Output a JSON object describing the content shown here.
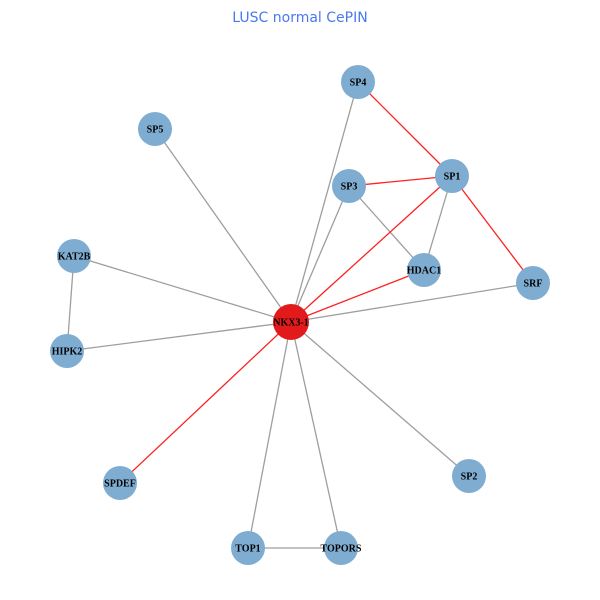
{
  "title": "LUSC normal CePIN",
  "colors": {
    "title": "#4a78f0",
    "node": "#7fadd2",
    "center_node": "#e31a1c",
    "edge_gray": "#9e9e9e",
    "edge_red": "#ff2020"
  },
  "nodes": [
    {
      "id": "NKX3-1",
      "center": true
    },
    {
      "id": "SP4"
    },
    {
      "id": "SP5"
    },
    {
      "id": "SP3"
    },
    {
      "id": "SP1"
    },
    {
      "id": "KAT2B"
    },
    {
      "id": "HDAC1"
    },
    {
      "id": "SRF"
    },
    {
      "id": "HIPK2"
    },
    {
      "id": "SPDEF"
    },
    {
      "id": "SP2"
    },
    {
      "id": "TOP1"
    },
    {
      "id": "TOPORS"
    }
  ],
  "edges": [
    {
      "source": "NKX3-1",
      "target": "SP4",
      "type": "gray"
    },
    {
      "source": "NKX3-1",
      "target": "SP5",
      "type": "gray"
    },
    {
      "source": "NKX3-1",
      "target": "SP3",
      "type": "gray"
    },
    {
      "source": "NKX3-1",
      "target": "KAT2B",
      "type": "gray"
    },
    {
      "source": "NKX3-1",
      "target": "HIPK2",
      "type": "gray"
    },
    {
      "source": "NKX3-1",
      "target": "SRF",
      "type": "gray"
    },
    {
      "source": "NKX3-1",
      "target": "SP2",
      "type": "gray"
    },
    {
      "source": "NKX3-1",
      "target": "TOP1",
      "type": "gray"
    },
    {
      "source": "NKX3-1",
      "target": "TOPORS",
      "type": "gray"
    },
    {
      "source": "KAT2B",
      "target": "HIPK2",
      "type": "gray"
    },
    {
      "source": "TOP1",
      "target": "TOPORS",
      "type": "gray"
    },
    {
      "source": "SP3",
      "target": "HDAC1",
      "type": "gray"
    },
    {
      "source": "SP1",
      "target": "HDAC1",
      "type": "gray"
    },
    {
      "source": "SP4",
      "target": "SP1",
      "type": "red"
    },
    {
      "source": "SP3",
      "target": "SP1",
      "type": "red"
    },
    {
      "source": "SP1",
      "target": "SRF",
      "type": "red"
    },
    {
      "source": "NKX3-1",
      "target": "SP1",
      "type": "red"
    },
    {
      "source": "NKX3-1",
      "target": "HDAC1",
      "type": "red"
    },
    {
      "source": "NKX3-1",
      "target": "SPDEF",
      "type": "red"
    }
  ]
}
